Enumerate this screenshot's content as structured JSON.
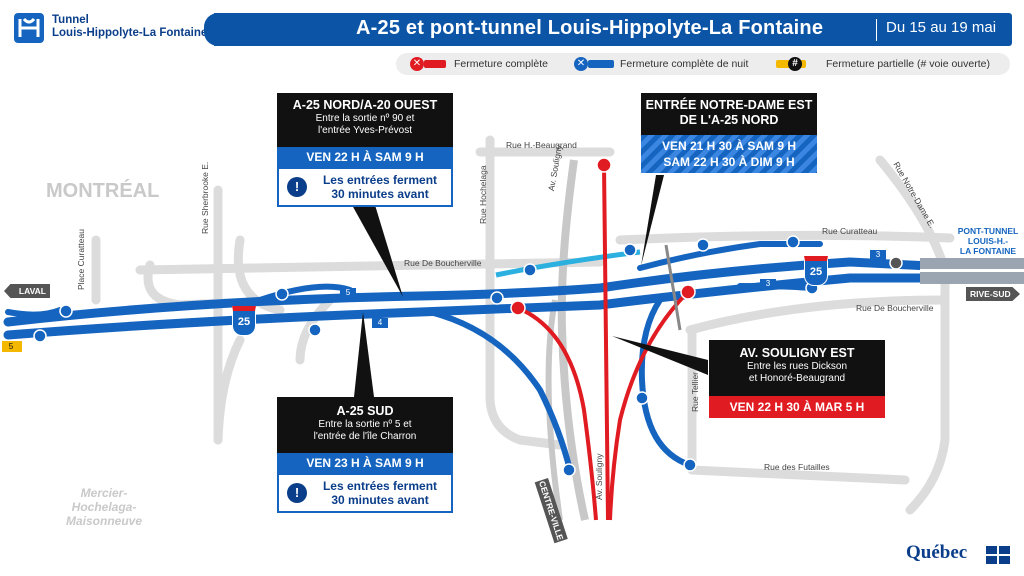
{
  "header": {
    "logo_line1": "Tunnel",
    "logo_line2": "Louis-Hippolyte-La Fontaine",
    "title": "A-25 et pont-tunnel Louis-Hippolyte-La Fontaine",
    "date_range": "Du 15 au 19 mai"
  },
  "legend": {
    "full_closure": "Fermeture complète",
    "night_closure": "Fermeture complète de nuit",
    "partial_closure": "Fermeture partielle (# voie ouverte)",
    "partial_symbol": "#",
    "closure_symbol": "✕"
  },
  "colors": {
    "full_closure": "#e11b22",
    "night_closure": "#1565c0",
    "partial_closure": "#f5b800",
    "header_blue": "#0b54a6",
    "road_gray": "#d9d9d9"
  },
  "callouts": {
    "a25_nord": {
      "title_line1": "A-25 NORD/A-20 OUEST",
      "sub_line1": "Entre la sortie nº 90 et",
      "sub_line2": "l'entrée Yves-Prévost",
      "time": "VEN 22 H À SAM 9 H",
      "note_line1": "Les entrées ferment",
      "note_line2": "30 minutes avant"
    },
    "notre_dame": {
      "title_line1": "ENTRÉE NOTRE-DAME EST",
      "title_line2": "DE L'A-25 NORD",
      "time_line1": "VEN 21 H 30 À SAM 9 H",
      "time_line2": "SAM 22 H 30 À DIM 9 H"
    },
    "souligny": {
      "title_line1": "AV. SOULIGNY EST",
      "sub_line1": "Entre les rues Dickson",
      "sub_line2": "et Honoré-Beaugrand",
      "time": "VEN 22 H 30 À MAR 5 H"
    },
    "a25_sud": {
      "title_line1": "A-25 SUD",
      "sub_line1": "Entre la sortie nº 5 et",
      "sub_line2": "l'entrée de l'île Charron",
      "time": "VEN 23 H À SAM 9 H",
      "note_line1": "Les entrées ferment",
      "note_line2": "30 minutes avant"
    }
  },
  "places": {
    "montreal": "MONTRÉAL",
    "mercier_line1": "Mercier-",
    "mercier_line2": "Hochelaga-",
    "mercier_line3": "Maisonneuve",
    "tunnel_line1": "PONT-TUNNEL",
    "tunnel_line2": "LOUIS-H.-",
    "tunnel_line3": "LA FONTAINE"
  },
  "directions": {
    "laval": "LAVAL",
    "rive_sud": "RIVE-SUD",
    "centre_ville": "CENTRE-VILLE"
  },
  "streets": {
    "h_beaugrand": "Rue H.-Beaugrand",
    "souligny_av": "Av. Souligny",
    "sherbrooke": "Rue Sherbrooke E.",
    "hochelaga": "Rue Hochelaga",
    "curatteau_place": "Place Curatteau",
    "boucherville_w": "Rue De Boucherville",
    "boucherville_e": "Rue De Boucherville",
    "curatteau": "Rue Curatteau",
    "notre_dame": "Rue Notre-Dame E.",
    "tellier": "Rue Tellier",
    "futailles": "Rue des Futailles",
    "souligny_av2": "Av. Souligny"
  },
  "highway": {
    "number": "25"
  },
  "lane_counts": {
    "a25_nord_main": "5",
    "a25_sud_main": "4",
    "east_north": "3",
    "east_south": "3",
    "laval_partial": "5"
  },
  "footer": {
    "brand": "Québec"
  }
}
